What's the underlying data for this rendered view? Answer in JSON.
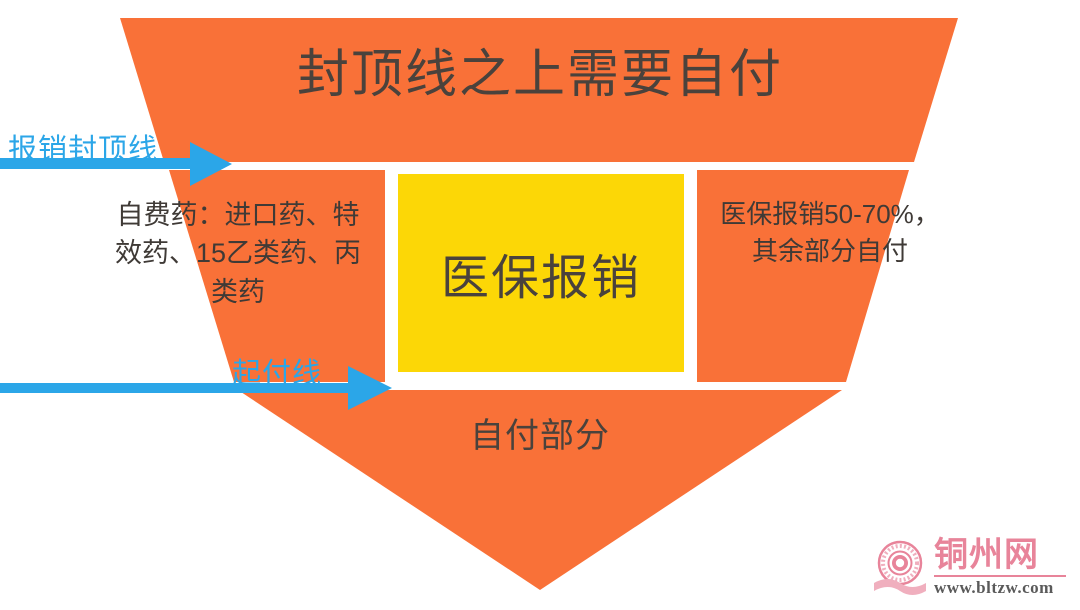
{
  "diagram": {
    "type": "inverted-funnel",
    "title": "封顶线之上需要自付",
    "segments": {
      "top_label": "封顶线之上需要自付",
      "left_label": "自费药：进口药、特效药、15乙类药、丙类药",
      "center_label": "医保报销",
      "right_label": "医保报销50-70%，其余部分自付",
      "bottom_label": "自付部分"
    },
    "markers": [
      {
        "id": "cap-line",
        "label": "报销封顶线"
      },
      {
        "id": "deductible-line",
        "label": "起付线"
      }
    ]
  },
  "colors": {
    "funnel_orange": "#F97138",
    "center_yellow": "#FCD706",
    "marker_blue": "#2BA6E8",
    "text_dark": "#4a423c",
    "background": "#ffffff",
    "watermark_pink": "#E8849A"
  },
  "watermark": {
    "name": "铜州网",
    "url": "www.bltzw.com",
    "seal_icon": "circular-seal-icon"
  }
}
